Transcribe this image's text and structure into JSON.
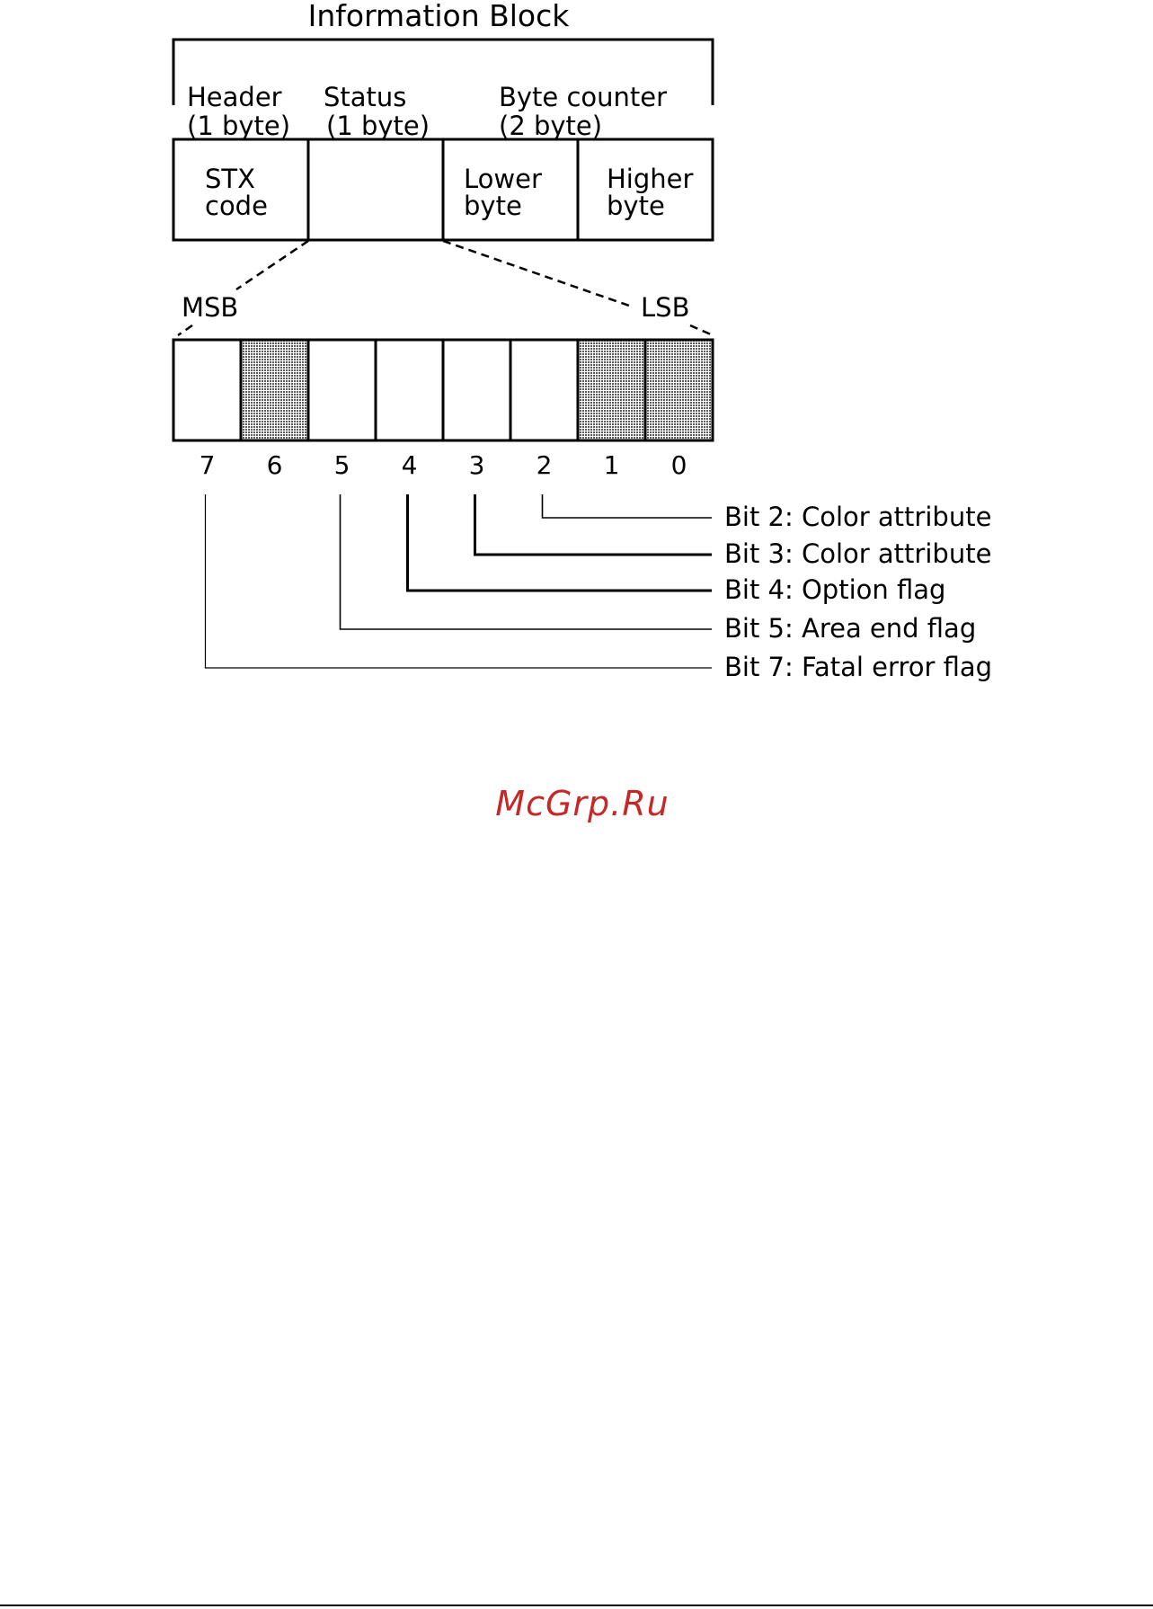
{
  "title": "Information Block",
  "headers": {
    "header": [
      "Header",
      "(1 byte)"
    ],
    "status": [
      "Status",
      "(1 byte)"
    ],
    "byte_counter": [
      "Byte counter",
      "(2 byte)"
    ]
  },
  "cells": {
    "stx": [
      "STX",
      "code"
    ],
    "lower": [
      "Lower",
      "byte"
    ],
    "higher": [
      "Higher",
      "byte"
    ]
  },
  "msb": "MSB",
  "lsb": "LSB",
  "bits": [
    {
      "label": "7",
      "shaded": false
    },
    {
      "label": "6",
      "shaded": true
    },
    {
      "label": "5",
      "shaded": false
    },
    {
      "label": "4",
      "shaded": false
    },
    {
      "label": "3",
      "shaded": false
    },
    {
      "label": "2",
      "shaded": false
    },
    {
      "label": "1",
      "shaded": true
    },
    {
      "label": "0",
      "shaded": true
    }
  ],
  "legend": [
    "Bit 2: Color attribute",
    "Bit 3: Color attribute",
    "Bit 4: Option flag",
    "Bit 5: Area end flag",
    "Bit 7: Fatal error flag"
  ],
  "watermark": "McGrp.Ru",
  "colors": {
    "ink": "#000000",
    "shade": "#bdbdbd",
    "watermark": "#c62828"
  }
}
